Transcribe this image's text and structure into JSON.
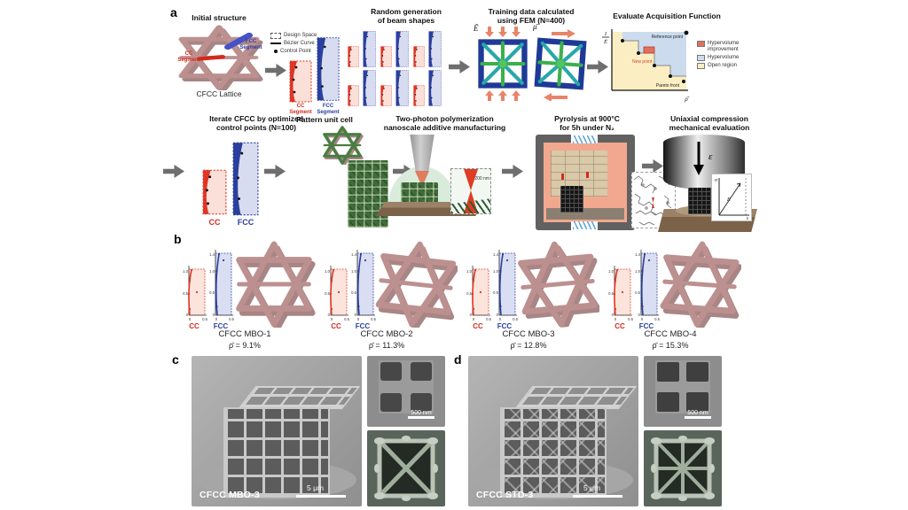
{
  "panel_a": {
    "label": "a",
    "step_initial": {
      "title": "Initial structure",
      "cc_segment": "CC\nSegment",
      "fcc_segment": "FCC\nSegment",
      "caption": "CFCC Lattice"
    },
    "step_random": {
      "title": "Random generation\nof beam shapes",
      "legend": {
        "design_space": "Design Space",
        "bezier_curve": "Bézier Curve",
        "control_point": "Control Point"
      },
      "cc_segment": "CC\nSegment",
      "fcc_segment": "FCC\nSegment"
    },
    "step_fem": {
      "title": "Training data calculated\nusing FEM (N=400)",
      "modulus_label": "Ē",
      "shear_label": "μ̄"
    },
    "step_acquisition": {
      "title": "Evaluate Acquisition Function",
      "y_numerator": "1",
      "y_denominator": "Ē",
      "x_label": "ρ̄",
      "reference_point": "Reference\npoint",
      "new_point": "New point",
      "pareto_front": "Pareto front",
      "legend": {
        "hypervolume_improvement": "Hypervolume\nimprovement",
        "hypervolume": "Hypervolume",
        "open_region": "Open region"
      }
    },
    "step_iterate": {
      "title": "Iterate CFCC by optimized\ncontrol points (N=100)",
      "cc": "CC",
      "fcc": "FCC"
    },
    "step_pattern": {
      "title": "Pattern unit cell"
    },
    "step_tpp": {
      "title": "Two-photon polymerization\nnanoscale additive manufacturing",
      "inset_scale": "200 nm"
    },
    "step_pyrolysis": {
      "title": "Pyrolysis at 900°C\nfor 5h under N₂"
    },
    "step_compression": {
      "title": "Uniaxial compression\nmechanical evaluation",
      "strain_symbol": "ε",
      "inset": {
        "stress": "σ",
        "modulus": "E",
        "strain": "ε"
      }
    }
  },
  "panel_b": {
    "label": "b",
    "mini_axes": {
      "cc_yticks": [
        "1.0",
        "0.5",
        "0"
      ],
      "fcc_yticks": [
        "1.4",
        "1.0",
        "0.5",
        "0"
      ],
      "xticks": [
        "0",
        "0.5"
      ]
    },
    "items": [
      {
        "name": "CFCC MBO-1",
        "density": "ρ̄ = 9.1%",
        "cc": "CC",
        "fcc": "FCC"
      },
      {
        "name": "CFCC MBO-2",
        "density": "ρ̄ = 11.3%",
        "cc": "CC",
        "fcc": "FCC"
      },
      {
        "name": "CFCC MBO-3",
        "density": "ρ̄ = 12.8%",
        "cc": "CC",
        "fcc": "FCC"
      },
      {
        "name": "CFCC MBO-4",
        "density": "ρ̄ = 15.3%",
        "cc": "CC",
        "fcc": "FCC"
      }
    ]
  },
  "panel_c": {
    "label": "c",
    "sample": "CFCC MBO-3",
    "scalebar": "5 μm",
    "inset_scalebar": "500 nm"
  },
  "panel_d": {
    "label": "d",
    "sample": "CFCC STD-3",
    "scalebar": "5 μm",
    "inset_scalebar": "500 nm"
  },
  "colors": {
    "cc_red": "#d42a1e",
    "fcc_blue": "#2b3f9e",
    "lattice_rose": "#bd9090",
    "green_lattice": "#3f6b38",
    "arrow_grey": "#6e6e6e",
    "salmon": "#e8846a",
    "hypervolume_improvement": "#e2705e",
    "hypervolume": "#ccdcee",
    "open_region": "#faeec2"
  }
}
